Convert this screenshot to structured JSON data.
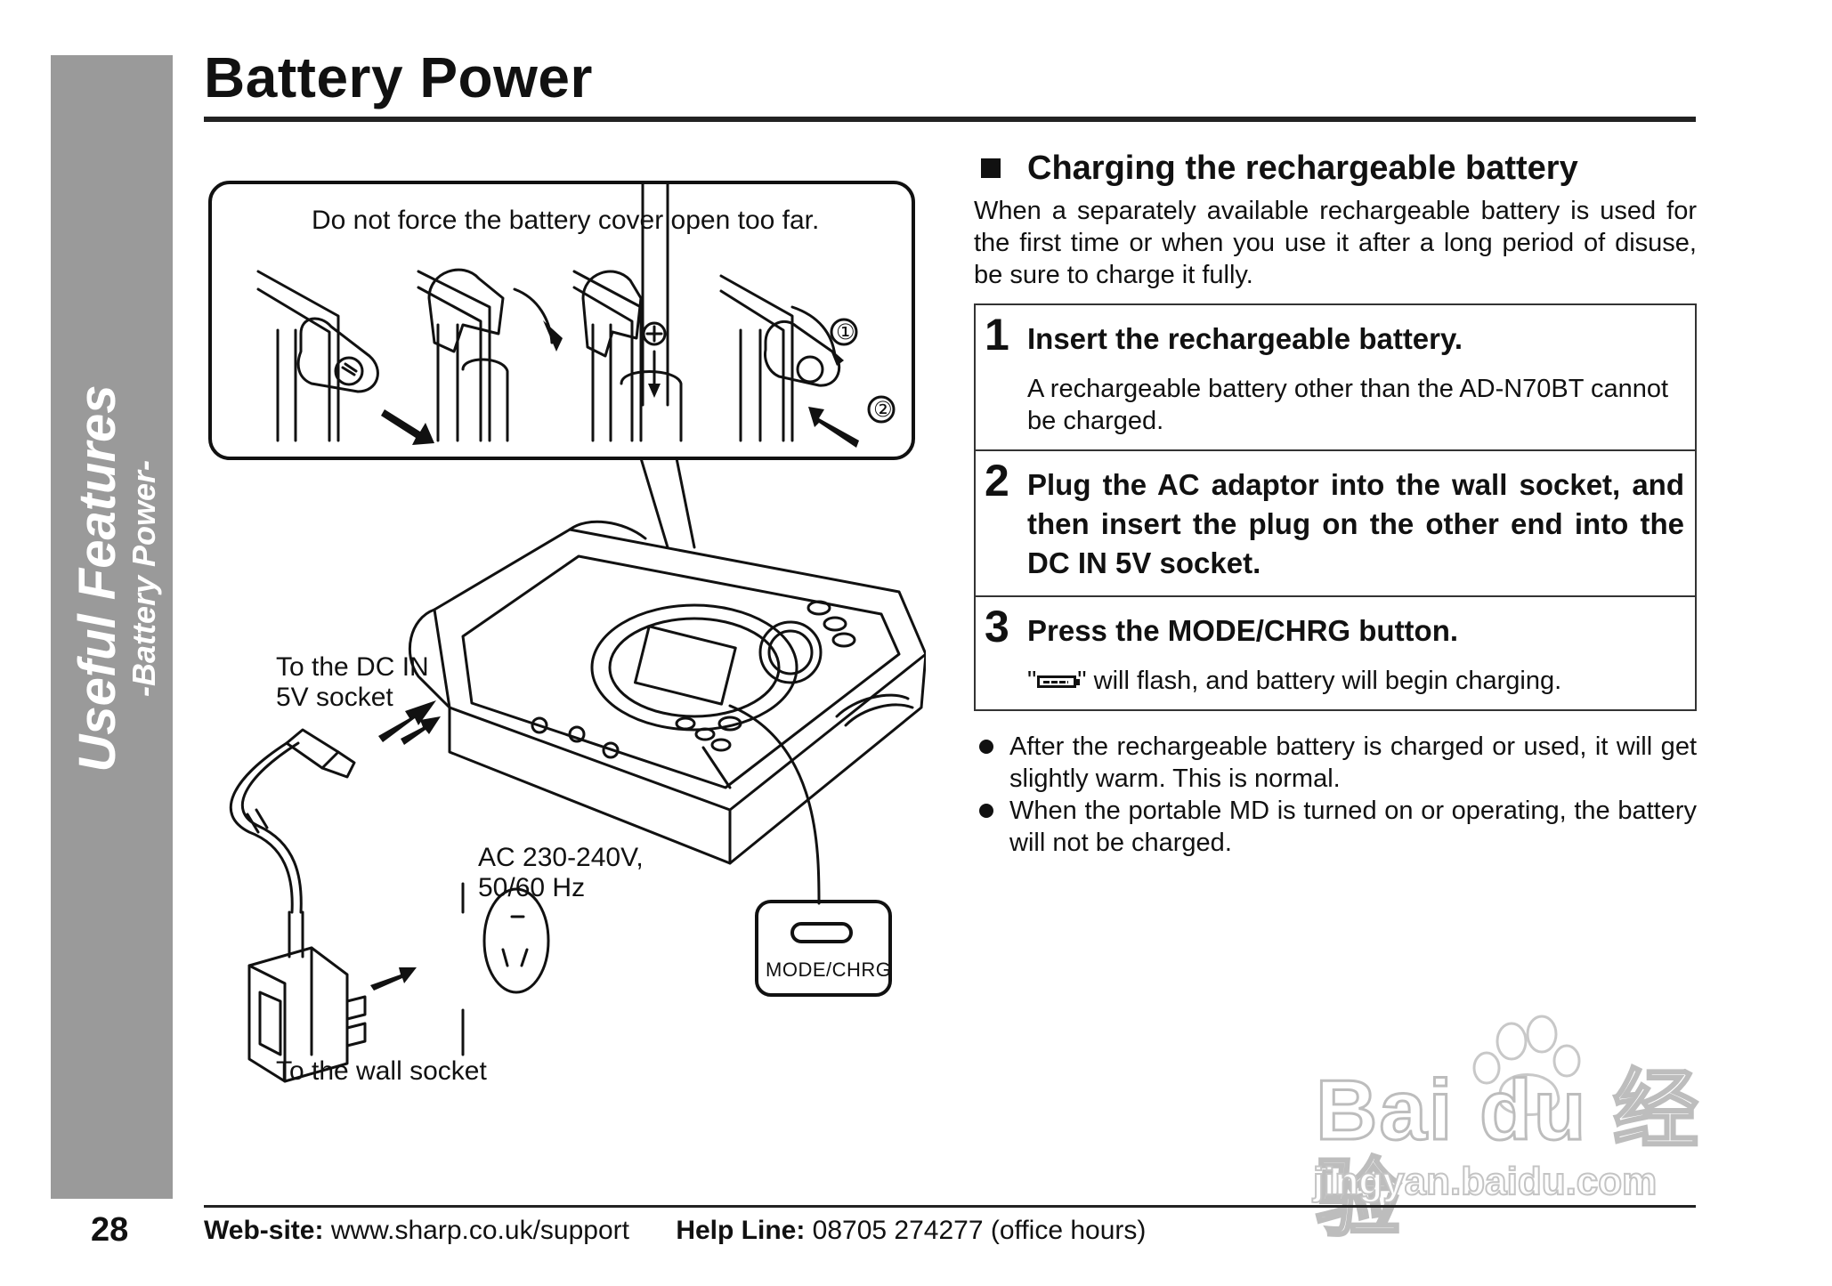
{
  "sidebar": {
    "section": "Useful Features",
    "subsection": "-Battery Power-"
  },
  "page": {
    "title": "Battery Power",
    "number": "28"
  },
  "figure": {
    "callout_note": "Do not force the battery cover open too far.",
    "marker_1": "①",
    "marker_2": "②",
    "plus_sign": "+",
    "dc_label_line1": "To the DC IN",
    "dc_label_line2": "5V socket",
    "ac_label_line1": "AC 230-240V,",
    "ac_label_line2": "50/60 Hz",
    "wall_label": "To the wall socket",
    "button_label": "MODE/CHRG"
  },
  "charging": {
    "heading": "Charging the rechargeable battery",
    "intro": "When a separately available rechargeable battery is used for the first time or when you use it after a long period of disuse, be sure to charge it fully.",
    "steps": [
      {
        "number": "1",
        "title": "Insert the rechargeable battery.",
        "detail": "A rechargeable battery other than the AD-N70BT cannot be charged."
      },
      {
        "number": "2",
        "title": "Plug the AC adaptor into the wall socket, and then insert the plug on the other end into the DC IN 5V socket.",
        "detail": ""
      },
      {
        "number": "3",
        "title": "Press the MODE/CHRG button.",
        "detail_quote_open": "\"",
        "detail_after_icon": "\" will flash, and battery will begin charging.",
        "icon": "battery-indicator-icon"
      }
    ],
    "notes": [
      "After the rechargeable battery is charged or used, it will get slightly warm. This is normal.",
      "When the portable MD is turned on or operating, the battery will not be charged."
    ]
  },
  "footer": {
    "website_label": "Web-site:",
    "website_value": "www.sharp.co.uk/support",
    "helpline_label": "Help Line:",
    "helpline_value": "08705 274277 (office hours)"
  },
  "watermark": {
    "brand": "Bai du 经验",
    "url": "jingyan.baidu.com"
  }
}
